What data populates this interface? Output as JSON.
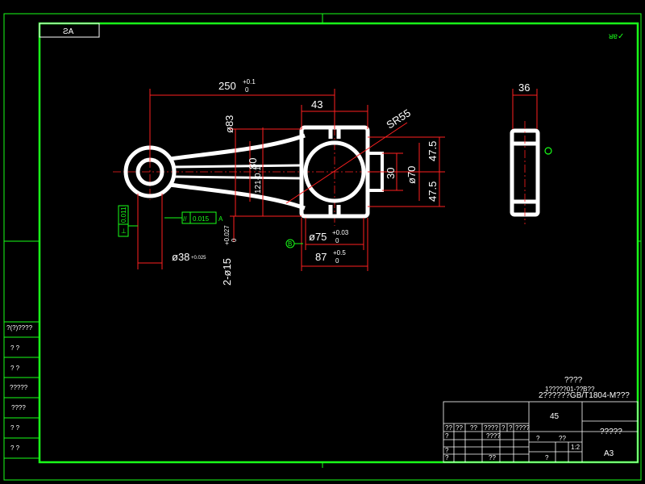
{
  "colors": {
    "background": "#000000",
    "frame": "#19ff19",
    "part_outline": "#ffffff",
    "dimension": "#ff2020",
    "annotation": "#19ff19"
  },
  "corner_tag": "ƧA",
  "top_right_mark": "ᴚɐ✓",
  "dimensions": {
    "d250": "250",
    "d250_tol_up": "+0.1",
    "d250_tol_low": "0",
    "d43": "43",
    "sr55": "SR55",
    "phi83": "ø83",
    "d80": "80",
    "d121": "121-0.1",
    "d30": "30",
    "phi70": "ø70",
    "d47_top": "47.5",
    "d47_bot": "47.5",
    "phi75": "ø75",
    "phi75_tol_up": "+0.03",
    "phi75_tol_low": "0",
    "d87": "87",
    "d87_tol_up": "+0.5",
    "d87_tol_low": "0",
    "phi38": "ø38",
    "phi38_tol": "+0.025",
    "bolt": "2-ø15",
    "bolt_tol_up": "+0.027",
    "bolt_tol_low": "0",
    "d36": "36"
  },
  "tolerances": {
    "parallel_symbol": "//",
    "parallel_value": "0.015",
    "parallel_ref": "A",
    "perp_symbol": "⊥",
    "perp_value": "0.011",
    "datum_label": "B"
  },
  "left_strip": [
    "?(?)????",
    "?    ?",
    "?    ?",
    "?????",
    "????",
    "?    ?",
    "?    ?"
  ],
  "title_block": {
    "name": "????",
    "code": "1?????01-??B??",
    "standard": "2??????GB/T1804-M???",
    "material": "45",
    "company": "?????",
    "sheet_size": "A3",
    "scale": "1:2",
    "header_cells": [
      "??",
      "??",
      "??",
      "????",
      "?",
      "?",
      "????"
    ],
    "row_cells": [
      "?",
      "????",
      "?",
      "?",
      "?",
      "??",
      "?",
      "??"
    ]
  }
}
